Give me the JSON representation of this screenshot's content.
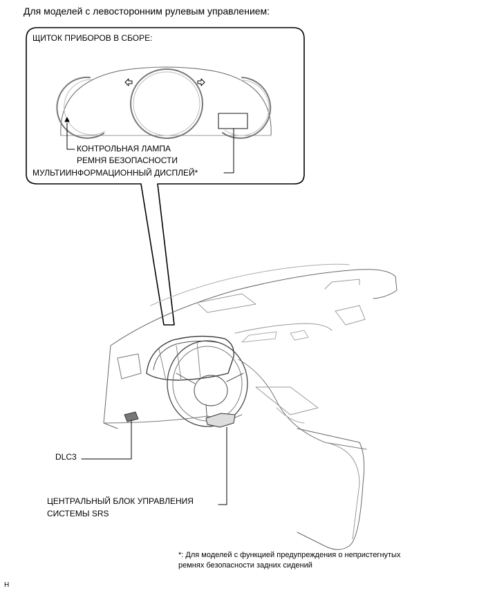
{
  "title": "Для моделей с левосторонним рулевым управлением:",
  "callout": {
    "heading": "ЩИТОК ПРИБОРОВ В СБОРЕ:",
    "lamp_line1": "КОНТРОЛЬНАЯ ЛАМПА",
    "lamp_line2": "РЕМНЯ БЕЗОПАСНОСТИ",
    "display": "МУЛЬТИИНФОРМАЦИОННЫЙ ДИСПЛЕЙ*"
  },
  "labels": {
    "dlc3": "DLC3",
    "ecu_line1": "ЦЕНТРАЛЬНЫЙ БЛОК УПРАВЛЕНИЯ",
    "ecu_line2": "СИСТЕМЫ SRS"
  },
  "footnote": {
    "line1": "*: Для моделей с функцией предупреждения о непристегнутых",
    "line2": "ремнях безопасности задних сидений"
  },
  "figure_mark": "H"
}
